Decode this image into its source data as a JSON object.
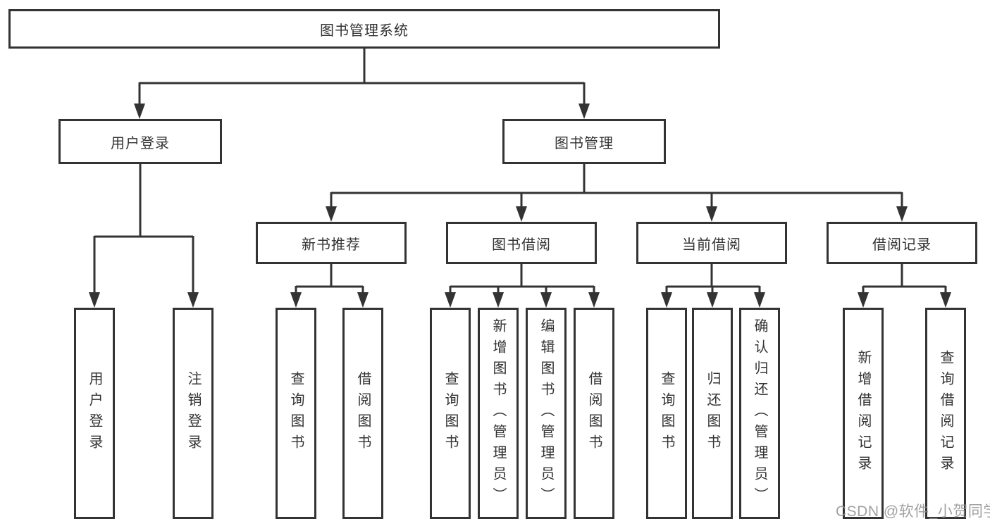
{
  "tree": {
    "label": "图书管理系统",
    "children": [
      {
        "label": "用户登录",
        "children": [
          {
            "label": "用户登录"
          },
          {
            "label": "注销登录"
          }
        ]
      },
      {
        "label": "图书管理",
        "children": [
          {
            "label": "新书推荐",
            "children": [
              {
                "label": "查询图书"
              },
              {
                "label": "借阅图书"
              }
            ]
          },
          {
            "label": "图书借阅",
            "children": [
              {
                "label": "查询图书"
              },
              {
                "label": "新增图书（管理员）"
              },
              {
                "label": "编辑图书（管理员）"
              },
              {
                "label": "借阅图书"
              }
            ]
          },
          {
            "label": "当前借阅",
            "children": [
              {
                "label": "查询图书"
              },
              {
                "label": "归还图书"
              },
              {
                "label": "确认归还（管理员）"
              }
            ]
          },
          {
            "label": "借阅记录",
            "children": [
              {
                "label": "新增借阅记录"
              },
              {
                "label": "查询借阅记录"
              }
            ]
          }
        ]
      }
    ]
  },
  "watermark": "CSDN @软件_小贺同学",
  "colors": {
    "line": "#333333",
    "text": "#333333",
    "background": "#ffffff",
    "watermark": "#919191"
  }
}
